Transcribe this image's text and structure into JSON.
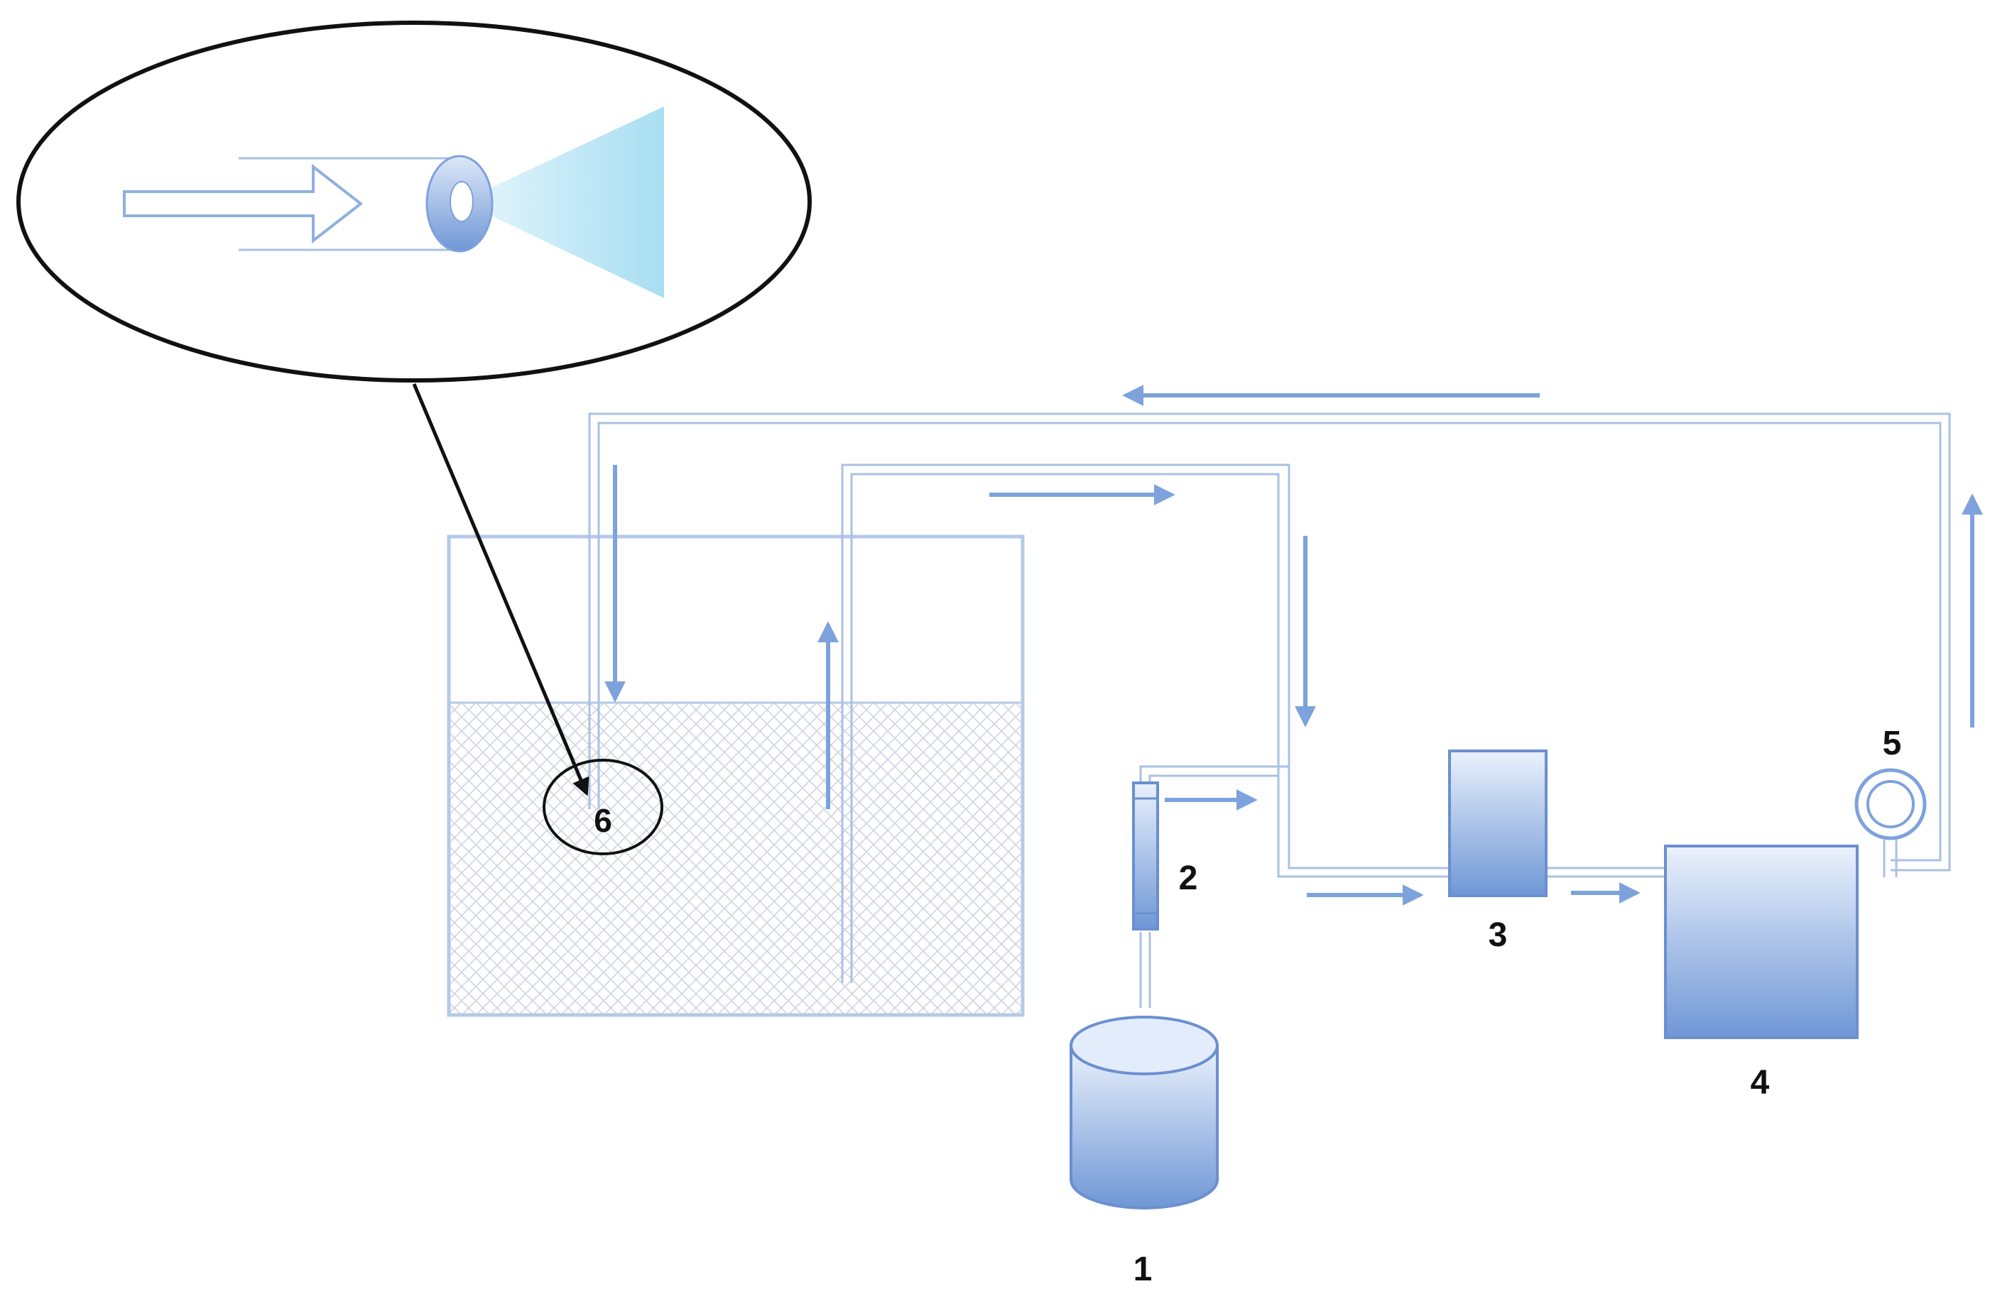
{
  "labels": {
    "bottle": "1",
    "flowmeter": "2",
    "box_3": "3",
    "box_4": "4",
    "gauge": "5",
    "nozzle": "6"
  },
  "colors": {
    "pipe": "#a9c1e2",
    "arrow": "#7da2dc",
    "tank_outline": "#b5c9e8",
    "mesh": "#cfd4de",
    "device_top": "#eaf1fc",
    "device_bottom": "#6f97d6",
    "device_stroke": "#6b8fcf",
    "spray": "#a8def2",
    "outline": "#111111"
  },
  "icons": {
    "bottle": "cylinder-container-icon",
    "flowmeter": "flowmeter-icon",
    "gauge": "pressure-gauge-icon",
    "nozzle": "nozzle-ring-icon"
  }
}
